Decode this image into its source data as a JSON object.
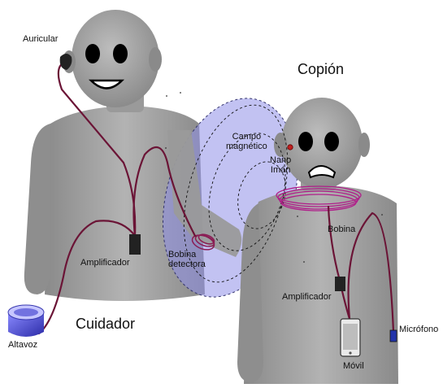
{
  "labels": {
    "auricular": "Auricular",
    "copion": "Copión",
    "campo_magnetico_1": "Campo",
    "campo_magnetico_2": "magnético",
    "nano_iman_1": "Nano",
    "nano_iman_2": "Imán",
    "bobina": "Bobina",
    "bobina_detectora_1": "Bobina",
    "bobina_detectora_2": "detectora",
    "amplificador_left": "Amplificador",
    "amplificador_right": "Amplificador",
    "cuidador": "Cuidador",
    "microfono": "Micrófono",
    "movil": "Móvil",
    "altavoz": "Altavoz"
  },
  "colors": {
    "figure_gray": "#9c9c9c",
    "wire": "#6b1436",
    "field": "#8f8fe8",
    "speaker": "#5a5ad6",
    "coil": "#b01e8a"
  }
}
